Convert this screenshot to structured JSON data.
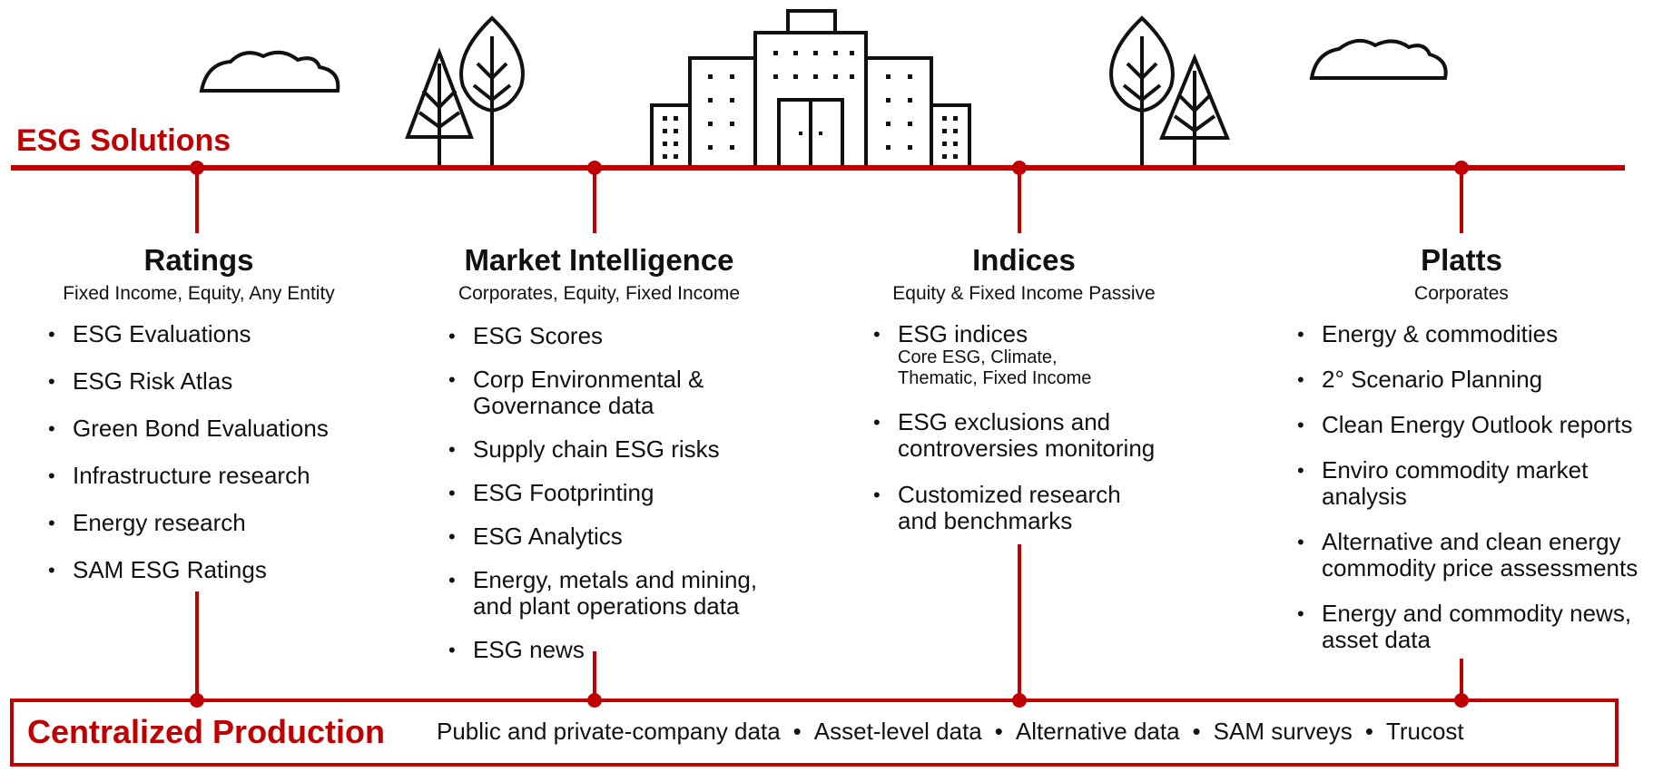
{
  "title": "ESG Solutions",
  "colors": {
    "accent": "#c00000",
    "ink": "#111111"
  },
  "icons": [
    "cloud-icon",
    "tree-icon",
    "building-icon"
  ],
  "columns": [
    {
      "title": "Ratings",
      "subtitle": "Fixed Income, Equity, Any Entity",
      "items": [
        {
          "text": "ESG Evaluations"
        },
        {
          "text": "ESG Risk Atlas"
        },
        {
          "text": "Green Bond Evaluations"
        },
        {
          "text": "Infrastructure research"
        },
        {
          "text": "Energy research"
        },
        {
          "text": "SAM ESG Ratings"
        }
      ]
    },
    {
      "title": "Market Intelligence",
      "subtitle": "Corporates, Equity, Fixed Income",
      "items": [
        {
          "text": "ESG Scores"
        },
        {
          "text": "Corp Environmental &",
          "text2": "Governance data"
        },
        {
          "text": "Supply chain ESG risks"
        },
        {
          "text": "ESG Footprinting"
        },
        {
          "text": "ESG Analytics"
        },
        {
          "text": "Energy, metals and mining,",
          "text2": "and plant operations data"
        },
        {
          "text": "ESG news"
        }
      ]
    },
    {
      "title": "Indices",
      "subtitle": "Equity & Fixed Income Passive",
      "items": [
        {
          "text": "ESG indices",
          "sub": "Core ESG, Climate,",
          "sub2": "Thematic, Fixed Income"
        },
        {
          "text": "ESG exclusions and",
          "text2": "controversies monitoring"
        },
        {
          "text": "Customized research",
          "text2": "and benchmarks"
        }
      ]
    },
    {
      "title": "Platts",
      "subtitle": "Corporates",
      "items": [
        {
          "text": "Energy & commodities"
        },
        {
          "text": "2° Scenario Planning"
        },
        {
          "text": "Clean Energy Outlook reports"
        },
        {
          "text": "Enviro commodity market",
          "text2": "analysis"
        },
        {
          "text": "Alternative and clean energy",
          "text2": "commodity price assessments"
        },
        {
          "text": "Energy and commodity news,",
          "text2": "asset data"
        }
      ]
    }
  ],
  "production": {
    "title": "Centralized Production",
    "items": [
      "Public and private-company data",
      "Asset-level data",
      "Alternative data",
      "SAM surveys",
      "Trucost"
    ],
    "separator": "•"
  }
}
